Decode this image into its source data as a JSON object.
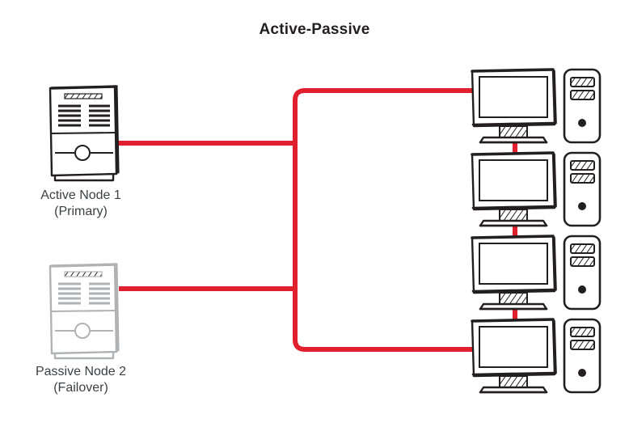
{
  "title": "Active-Passive",
  "colors": {
    "link": "#e0202e",
    "active_stroke": "#231f20",
    "passive_stroke": "#b0b3b6",
    "title_text": "#231f20",
    "label_text": "#3b4045",
    "background": "#ffffff"
  },
  "nodes": {
    "active": {
      "label": "Active Node 1\n(Primary)",
      "name_line": "Active Node 1",
      "role_line": "(Primary)",
      "icon": "server-tower-icon",
      "state": "active"
    },
    "passive": {
      "label": "Passive Node 2\n(Failover)",
      "name_line": "Passive Node 2",
      "role_line": "(Failover)",
      "icon": "server-tower-icon",
      "state": "passive"
    }
  },
  "clients": [
    {
      "icon": "desktop-computer-icon",
      "index": "1"
    },
    {
      "icon": "desktop-computer-icon",
      "index": "2"
    },
    {
      "icon": "desktop-computer-icon",
      "index": "3"
    },
    {
      "icon": "desktop-computer-icon",
      "index": "4"
    }
  ],
  "network": {
    "icon": "network-bus-icon",
    "link_color": "#e0202e"
  }
}
